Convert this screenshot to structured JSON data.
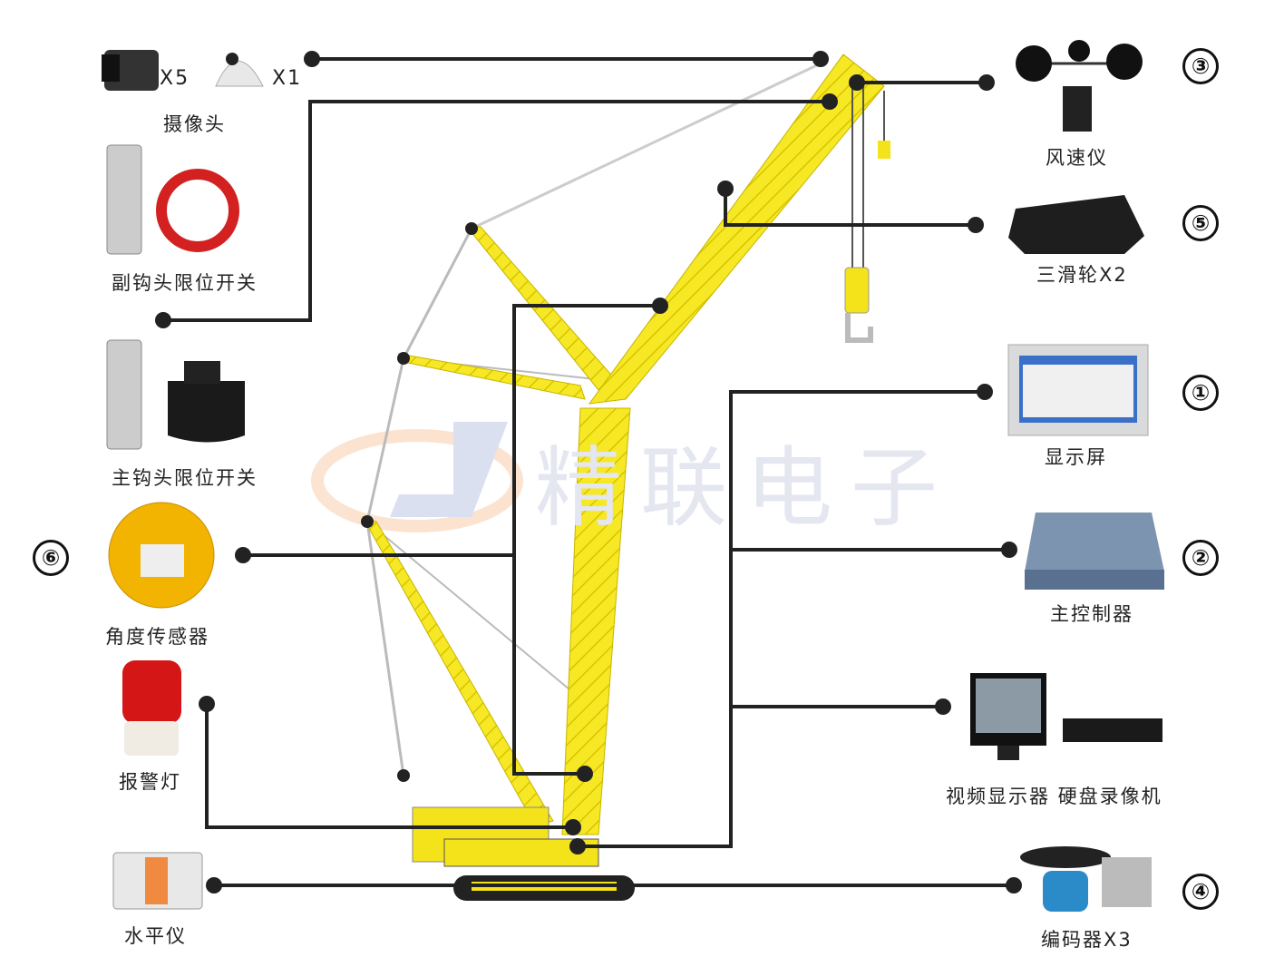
{
  "watermark": "精联电子",
  "colors": {
    "crane": "#f2e21a",
    "line": "#222222",
    "watermark": "#e4e6f0"
  },
  "left_devices": {
    "camera": {
      "label": "摄像头",
      "bullet_qty": "X5",
      "dome_qty": "X1"
    },
    "aux_hook_limit": {
      "label": "副钩头限位开关"
    },
    "main_hook_limit": {
      "label": "主钩头限位开关"
    },
    "angle_sensor": {
      "label": "角度传感器",
      "number": "⑥"
    },
    "alarm_light": {
      "label": "报警灯"
    },
    "level": {
      "label": "水平仪"
    }
  },
  "right_devices": {
    "anemometer": {
      "label": "风速仪",
      "number": "③"
    },
    "pulley": {
      "label": "三滑轮X2",
      "number": "⑤"
    },
    "display": {
      "label": "显示屏",
      "number": "①"
    },
    "controller": {
      "label": "主控制器",
      "number": "②"
    },
    "video": {
      "label": "视频显示器 硬盘录像机"
    },
    "encoder": {
      "label": "编码器X3",
      "number": "④"
    }
  }
}
